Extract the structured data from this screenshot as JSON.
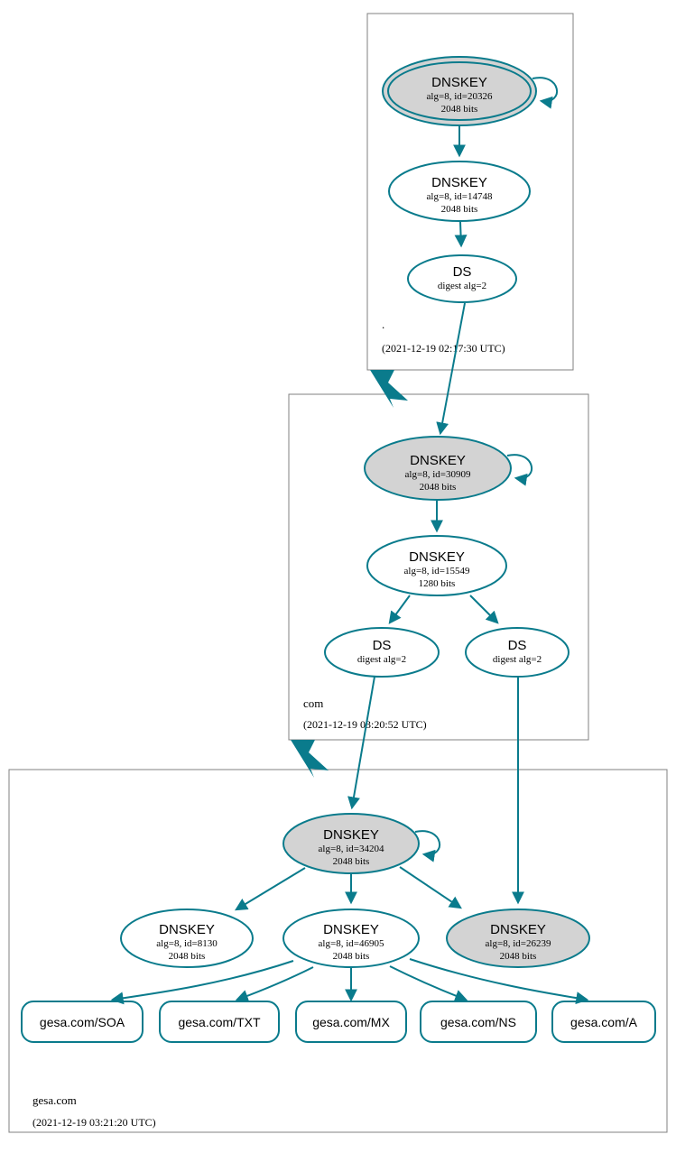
{
  "diagram": {
    "type": "dnssec-authentication-chain",
    "colors": {
      "edge": "#0a7b8c",
      "node_stroke": "#0a7b8c",
      "node_fill_secure": "#d3d3d3",
      "node_fill_plain": "#ffffff",
      "zone_box_stroke": "#808080",
      "text": "#000000",
      "background": "#ffffff"
    }
  },
  "zones": [
    {
      "id": "root",
      "name": ".",
      "timestamp": "(2021-12-19 02:17:30 UTC)"
    },
    {
      "id": "com",
      "name": "com",
      "timestamp": "(2021-12-19 03:20:52 UTC)"
    },
    {
      "id": "gesa",
      "name": "gesa.com",
      "timestamp": "(2021-12-19 03:21:20 UTC)"
    }
  ],
  "nodes": {
    "root_ksk": {
      "type": "DNSKEY",
      "title": "DNSKEY",
      "line2": "alg=8, id=20326",
      "line3": "2048 bits",
      "alg": 8,
      "key_id": 20326,
      "bits": 2048,
      "trust_anchor": true,
      "shaded": true
    },
    "root_zsk": {
      "type": "DNSKEY",
      "title": "DNSKEY",
      "line2": "alg=8, id=14748",
      "line3": "2048 bits",
      "alg": 8,
      "key_id": 14748,
      "bits": 2048,
      "trust_anchor": false,
      "shaded": false
    },
    "root_ds": {
      "type": "DS",
      "title": "DS",
      "line2": "digest alg=2",
      "digest_alg": 2,
      "shaded": false
    },
    "com_ksk": {
      "type": "DNSKEY",
      "title": "DNSKEY",
      "line2": "alg=8, id=30909",
      "line3": "2048 bits",
      "alg": 8,
      "key_id": 30909,
      "bits": 2048,
      "trust_anchor": false,
      "shaded": true
    },
    "com_zsk": {
      "type": "DNSKEY",
      "title": "DNSKEY",
      "line2": "alg=8, id=15549",
      "line3": "1280 bits",
      "alg": 8,
      "key_id": 15549,
      "bits": 1280,
      "trust_anchor": false,
      "shaded": false
    },
    "com_ds_left": {
      "type": "DS",
      "title": "DS",
      "line2": "digest alg=2",
      "digest_alg": 2,
      "shaded": false
    },
    "com_ds_right": {
      "type": "DS",
      "title": "DS",
      "line2": "digest alg=2",
      "digest_alg": 2,
      "shaded": false
    },
    "gesa_ksk": {
      "type": "DNSKEY",
      "title": "DNSKEY",
      "line2": "alg=8, id=34204",
      "line3": "2048 bits",
      "alg": 8,
      "key_id": 34204,
      "bits": 2048,
      "trust_anchor": false,
      "shaded": true
    },
    "gesa_key_8130": {
      "type": "DNSKEY",
      "title": "DNSKEY",
      "line2": "alg=8, id=8130",
      "line3": "2048 bits",
      "alg": 8,
      "key_id": 8130,
      "bits": 2048,
      "trust_anchor": false,
      "shaded": false
    },
    "gesa_key_46905": {
      "type": "DNSKEY",
      "title": "DNSKEY",
      "line2": "alg=8, id=46905",
      "line3": "2048 bits",
      "alg": 8,
      "key_id": 46905,
      "bits": 2048,
      "trust_anchor": false,
      "shaded": false
    },
    "gesa_key_26239": {
      "type": "DNSKEY",
      "title": "DNSKEY",
      "line2": "alg=8, id=26239",
      "line3": "2048 bits",
      "alg": 8,
      "key_id": 26239,
      "bits": 2048,
      "trust_anchor": false,
      "shaded": true
    }
  },
  "rrsets": [
    {
      "id": "soa",
      "label": "gesa.com/SOA"
    },
    {
      "id": "txt",
      "label": "gesa.com/TXT"
    },
    {
      "id": "mx",
      "label": "gesa.com/MX"
    },
    {
      "id": "ns",
      "label": "gesa.com/NS"
    },
    {
      "id": "a",
      "label": "gesa.com/A"
    }
  ],
  "edges": [
    {
      "from": "root_ksk",
      "to": "root_ksk",
      "kind": "self-sign"
    },
    {
      "from": "root_ksk",
      "to": "root_zsk",
      "kind": "sign"
    },
    {
      "from": "root_zsk",
      "to": "root_ds",
      "kind": "sign"
    },
    {
      "from": "root_ds",
      "to": "com_ksk",
      "kind": "ds-delegation"
    },
    {
      "from": "root",
      "to": "com",
      "kind": "zone-delegation"
    },
    {
      "from": "com_ksk",
      "to": "com_ksk",
      "kind": "self-sign"
    },
    {
      "from": "com_ksk",
      "to": "com_zsk",
      "kind": "sign"
    },
    {
      "from": "com_zsk",
      "to": "com_ds_left",
      "kind": "sign"
    },
    {
      "from": "com_zsk",
      "to": "com_ds_right",
      "kind": "sign"
    },
    {
      "from": "com_ds_left",
      "to": "gesa_ksk",
      "kind": "ds-delegation"
    },
    {
      "from": "com_ds_right",
      "to": "gesa_key_26239",
      "kind": "ds-delegation"
    },
    {
      "from": "com",
      "to": "gesa",
      "kind": "zone-delegation"
    },
    {
      "from": "gesa_ksk",
      "to": "gesa_ksk",
      "kind": "self-sign"
    },
    {
      "from": "gesa_ksk",
      "to": "gesa_key_8130",
      "kind": "sign"
    },
    {
      "from": "gesa_ksk",
      "to": "gesa_key_46905",
      "kind": "sign"
    },
    {
      "from": "gesa_ksk",
      "to": "gesa_key_26239",
      "kind": "sign"
    },
    {
      "from": "gesa_key_46905",
      "to": "soa",
      "kind": "sign"
    },
    {
      "from": "gesa_key_46905",
      "to": "txt",
      "kind": "sign"
    },
    {
      "from": "gesa_key_46905",
      "to": "mx",
      "kind": "sign"
    },
    {
      "from": "gesa_key_46905",
      "to": "ns",
      "kind": "sign"
    },
    {
      "from": "gesa_key_46905",
      "to": "a",
      "kind": "sign"
    }
  ]
}
